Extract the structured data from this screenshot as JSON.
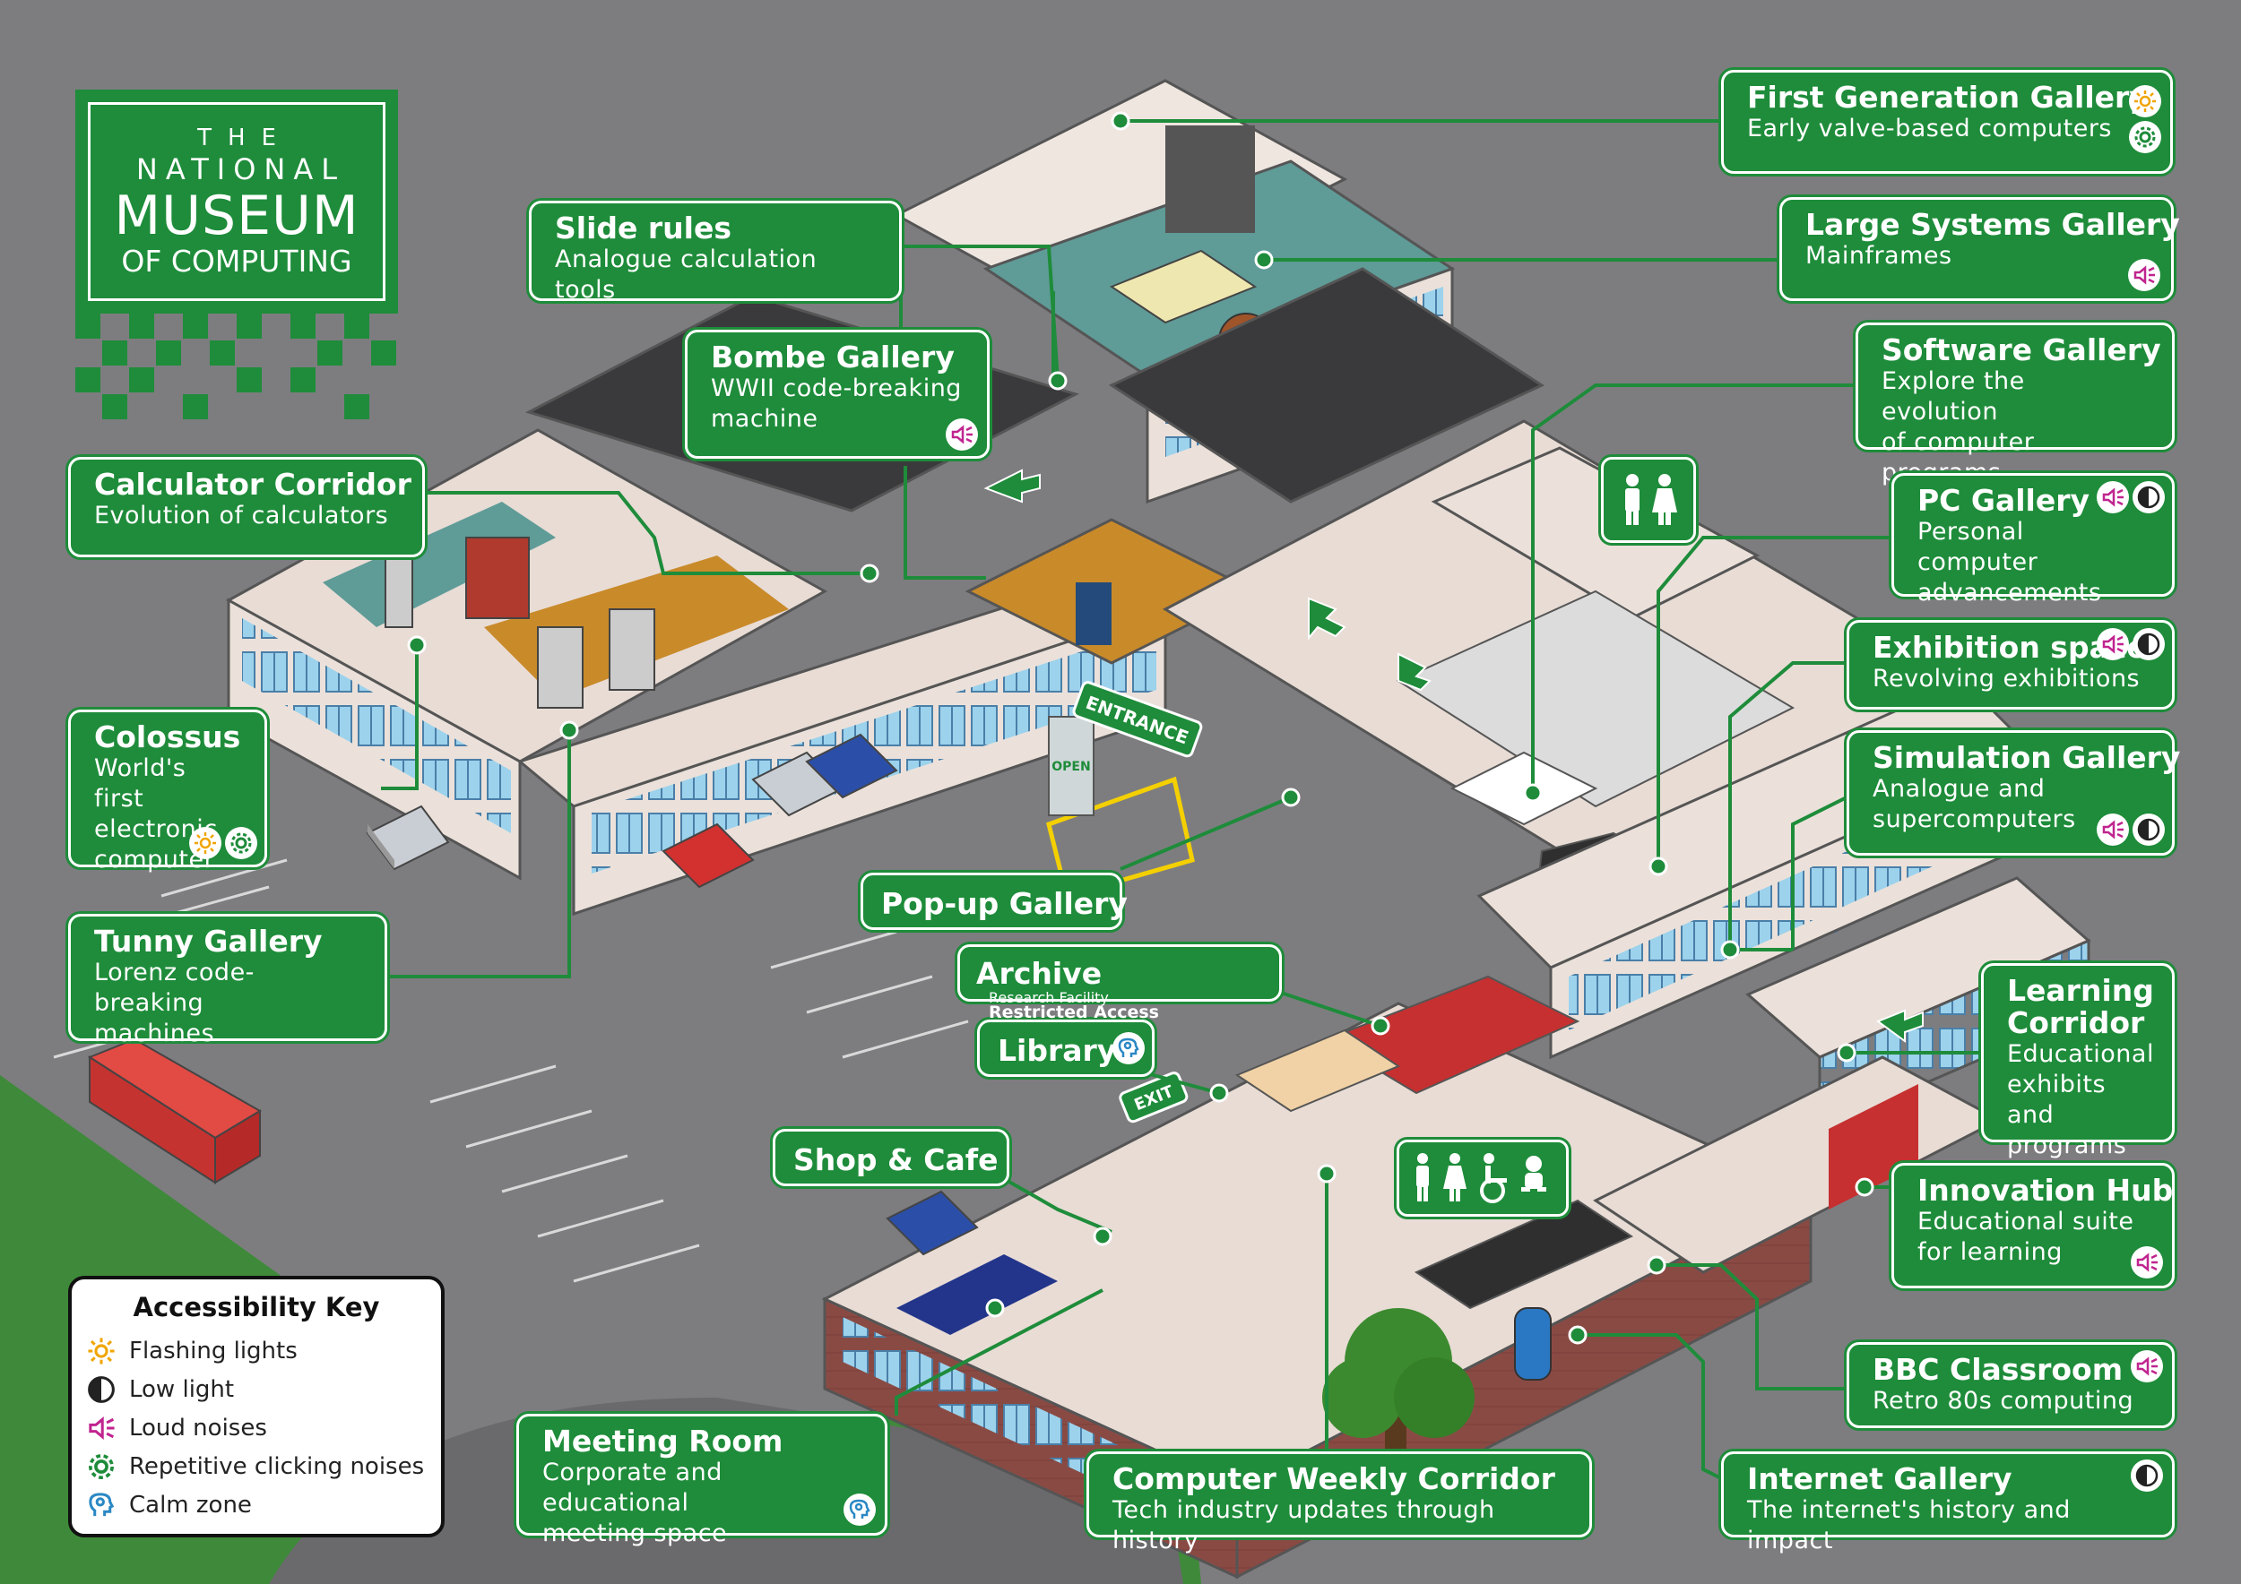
{
  "logo": {
    "line1": "THE",
    "line2": "NATIONAL",
    "line3": "MUSEUM",
    "line4": "OF COMPUTING"
  },
  "signs": {
    "entrance": "ENTRANCE",
    "exit": "EXIT",
    "open": "OPEN"
  },
  "callouts": {
    "first_generation": {
      "title": "First Generation Gallery",
      "subtitle": "Early valve-based computers"
    },
    "large_systems": {
      "title": "Large Systems Gallery",
      "subtitle": "Mainframes"
    },
    "software": {
      "title": "Software Gallery",
      "subtitle": "Explore the evolution\nof computer programs"
    },
    "pc": {
      "title": "PC Gallery",
      "subtitle": "Personal computer\nadvancements"
    },
    "exhibition": {
      "title": "Exhibition space",
      "subtitle": "Revolving exhibitions"
    },
    "simulation": {
      "title": "Simulation Gallery",
      "subtitle": "Analogue and\nsupercomputers"
    },
    "learning": {
      "title": "Learning\nCorridor",
      "subtitle": "Educational\nexhibits and\nprograms"
    },
    "innovation": {
      "title": "Innovation Hub",
      "subtitle": "Educational suite\nfor learning"
    },
    "bbc": {
      "title": "BBC Classroom",
      "subtitle": "Retro 80s computing"
    },
    "internet": {
      "title": "Internet Gallery",
      "subtitle": "The internet's history and impact"
    },
    "computer_weekly": {
      "title": "Computer Weekly Corridor",
      "subtitle": "Tech industry updates through history"
    },
    "meeting": {
      "title": "Meeting Room",
      "subtitle": "Corporate and educational\nmeeting space"
    },
    "shop": {
      "title": "Shop & Cafe"
    },
    "library": {
      "title": "Library"
    },
    "archive": {
      "title": "Archive",
      "note1": "Research Facility",
      "note2": "Restricted Access"
    },
    "popup": {
      "title": "Pop-up Gallery"
    },
    "tunny": {
      "title": "Tunny Gallery",
      "subtitle": "Lorenz code-breaking\nmachines"
    },
    "colossus": {
      "title": "Colossus",
      "subtitle": "World's first\nelectronic\ncomputer"
    },
    "calculator": {
      "title": "Calculator Corridor",
      "subtitle": "Evolution of calculators"
    },
    "slide_rules": {
      "title": "Slide rules",
      "subtitle": "Analogue calculation tools"
    },
    "bombe": {
      "title": "Bombe Gallery",
      "subtitle": "WWII code-breaking\nmachine"
    }
  },
  "accessibility_key": {
    "title": "Accessibility Key",
    "items": [
      {
        "icon": "flashing-lights-icon",
        "label": "Flashing lights"
      },
      {
        "icon": "low-light-icon",
        "label": "Low light"
      },
      {
        "icon": "loud-noises-icon",
        "label": "Loud noises"
      },
      {
        "icon": "clicking-noises-icon",
        "label": "Repetitive clicking noises"
      },
      {
        "icon": "calm-zone-icon",
        "label": "Calm zone"
      }
    ]
  },
  "colors": {
    "brand_green": "#1e8c3a",
    "background_grey": "#7d7d80",
    "flashing": "#f0a500",
    "loud": "#c0248f",
    "clicking": "#1e8c3a",
    "calm": "#2a88c4",
    "low_light": "#222222"
  }
}
